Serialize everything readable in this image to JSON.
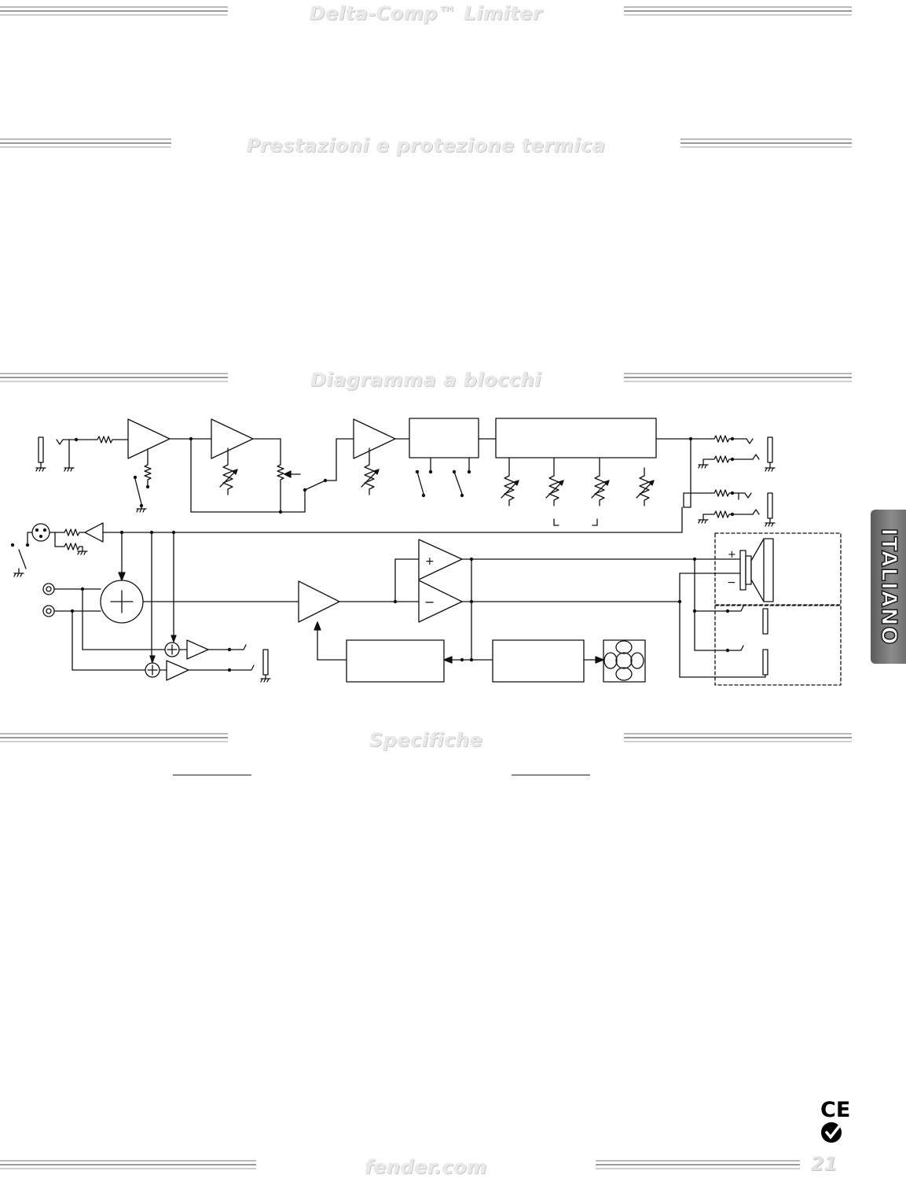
{
  "sections": {
    "delta_comp": "Delta-Comp™ Limiter",
    "prestazioni": "Prestazioni e protezione termica",
    "diagramma": "Diagramma a blocchi",
    "specifiche": "Specifiche"
  },
  "footer": {
    "site": "fender.com",
    "page_number": "21",
    "ce_mark": "CE"
  },
  "side_tab": {
    "language": "ITALIANO"
  },
  "diagram": {
    "plus_sign": "+",
    "minus_sign": "−",
    "bracket_left": "L",
    "bracket_right": "J"
  }
}
